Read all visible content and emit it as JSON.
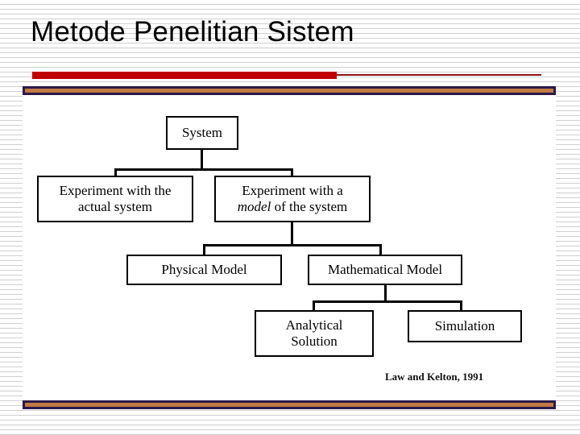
{
  "slide": {
    "title": "Metode Penelitian Sistem",
    "background_style": "horizontal-pinstripe",
    "colors": {
      "title_text": "#000000",
      "rule_red_thick": "#c00000",
      "rule_red_thin": "#8a1414",
      "bar_border": "#2b1a4a",
      "bar_inner": "#c07a44",
      "panel_background": "#ffffff",
      "stripe": "#cfcfcf",
      "diagram_line": "#000000"
    }
  },
  "diagram": {
    "type": "flowchart-tree",
    "caption": "Law and Kelton, 1991",
    "nodes": [
      {
        "id": "system",
        "label": "System",
        "level": 1,
        "lines": [
          "System"
        ]
      },
      {
        "id": "experiment-actual",
        "label": "Experiment with the actual system",
        "level": 2,
        "lines": [
          "Experiment with the",
          "actual system"
        ]
      },
      {
        "id": "experiment-model",
        "label": "Experiment with a model of the system",
        "level": 2,
        "lines": [
          "Experiment with a",
          "model of the system"
        ],
        "line2_parts": {
          "italic": "model",
          "rest": " of the system"
        }
      },
      {
        "id": "physical-model",
        "label": "Physical Model",
        "level": 3,
        "lines": [
          "Physical Model"
        ]
      },
      {
        "id": "mathematical-model",
        "label": "Mathematical Model",
        "level": 3,
        "lines": [
          "Mathematical Model"
        ]
      },
      {
        "id": "analytical-solution",
        "label": "Analytical Solution",
        "level": 4,
        "lines": [
          "Analytical",
          "Solution"
        ]
      },
      {
        "id": "simulation",
        "label": "Simulation",
        "level": 4,
        "lines": [
          "Simulation"
        ]
      }
    ],
    "edges": [
      {
        "from": "system",
        "to": "experiment-actual"
      },
      {
        "from": "system",
        "to": "experiment-model"
      },
      {
        "from": "experiment-model",
        "to": "physical-model"
      },
      {
        "from": "experiment-model",
        "to": "mathematical-model"
      },
      {
        "from": "mathematical-model",
        "to": "analytical-solution"
      },
      {
        "from": "mathematical-model",
        "to": "simulation"
      }
    ]
  }
}
